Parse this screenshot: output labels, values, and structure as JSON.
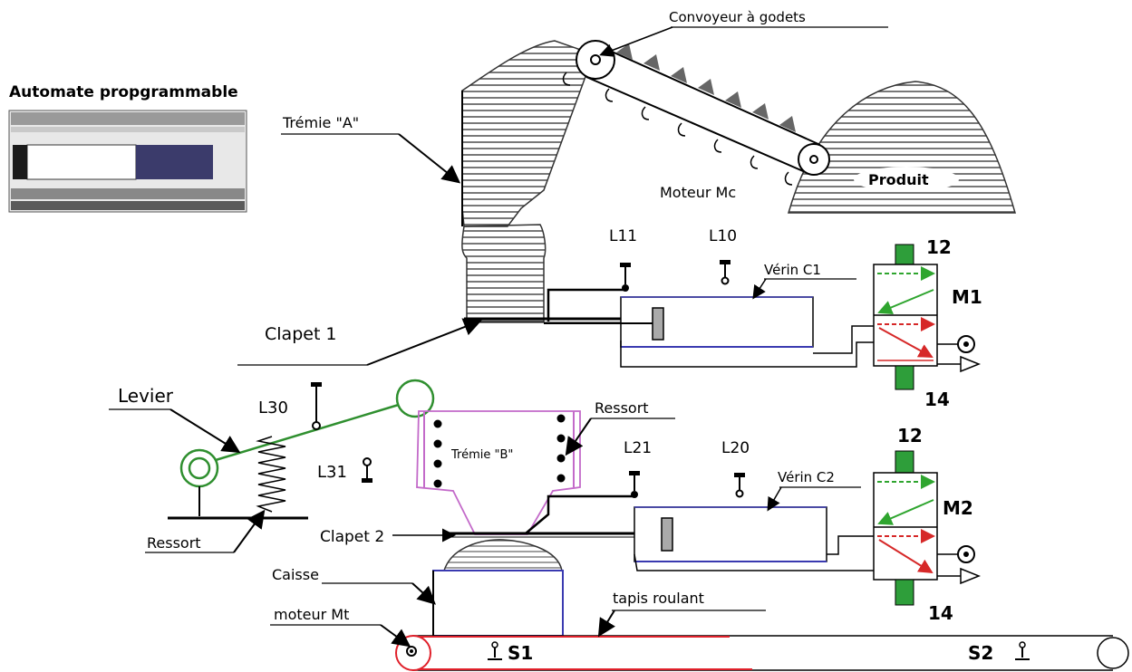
{
  "labels": {
    "plc_title": "Automate propgrammable",
    "convoyeur": "Convoyeur à godets",
    "tremie_a": "Trémie \"A\"",
    "moteur_mc": "Moteur Mc",
    "produit": "Produit",
    "l11": "L11",
    "l10": "L10",
    "verin_c1": "Vérin C1",
    "m1": "M1",
    "m1_12": "12",
    "m1_14": "14",
    "clapet1": "Clapet 1",
    "levier": "Levier",
    "l30": "L30",
    "l31": "L31",
    "tremie_b": "Trémie \"B\"",
    "ressort_right": "Ressort",
    "ressort_left": "Ressort",
    "l21": "L21",
    "l20": "L20",
    "verin_c2": "Vérin C2",
    "m2": "M2",
    "m2_12": "12",
    "m2_14": "14",
    "clapet2": "Clapet 2",
    "caisse": "Caisse",
    "tapis": "tapis roulant",
    "moteur_mt": "moteur Mt",
    "s1": "S1",
    "s2": "S2"
  },
  "colors": {
    "valve_green": "#2e9e3a",
    "arrow_red": "#d62828",
    "arrow_green": "#2fa52f",
    "lever_green": "#2f8f2f",
    "hopper_b_purple": "#c36ac9",
    "verin_blue": "#3a3ab0",
    "belt_red": "#e0202a"
  }
}
